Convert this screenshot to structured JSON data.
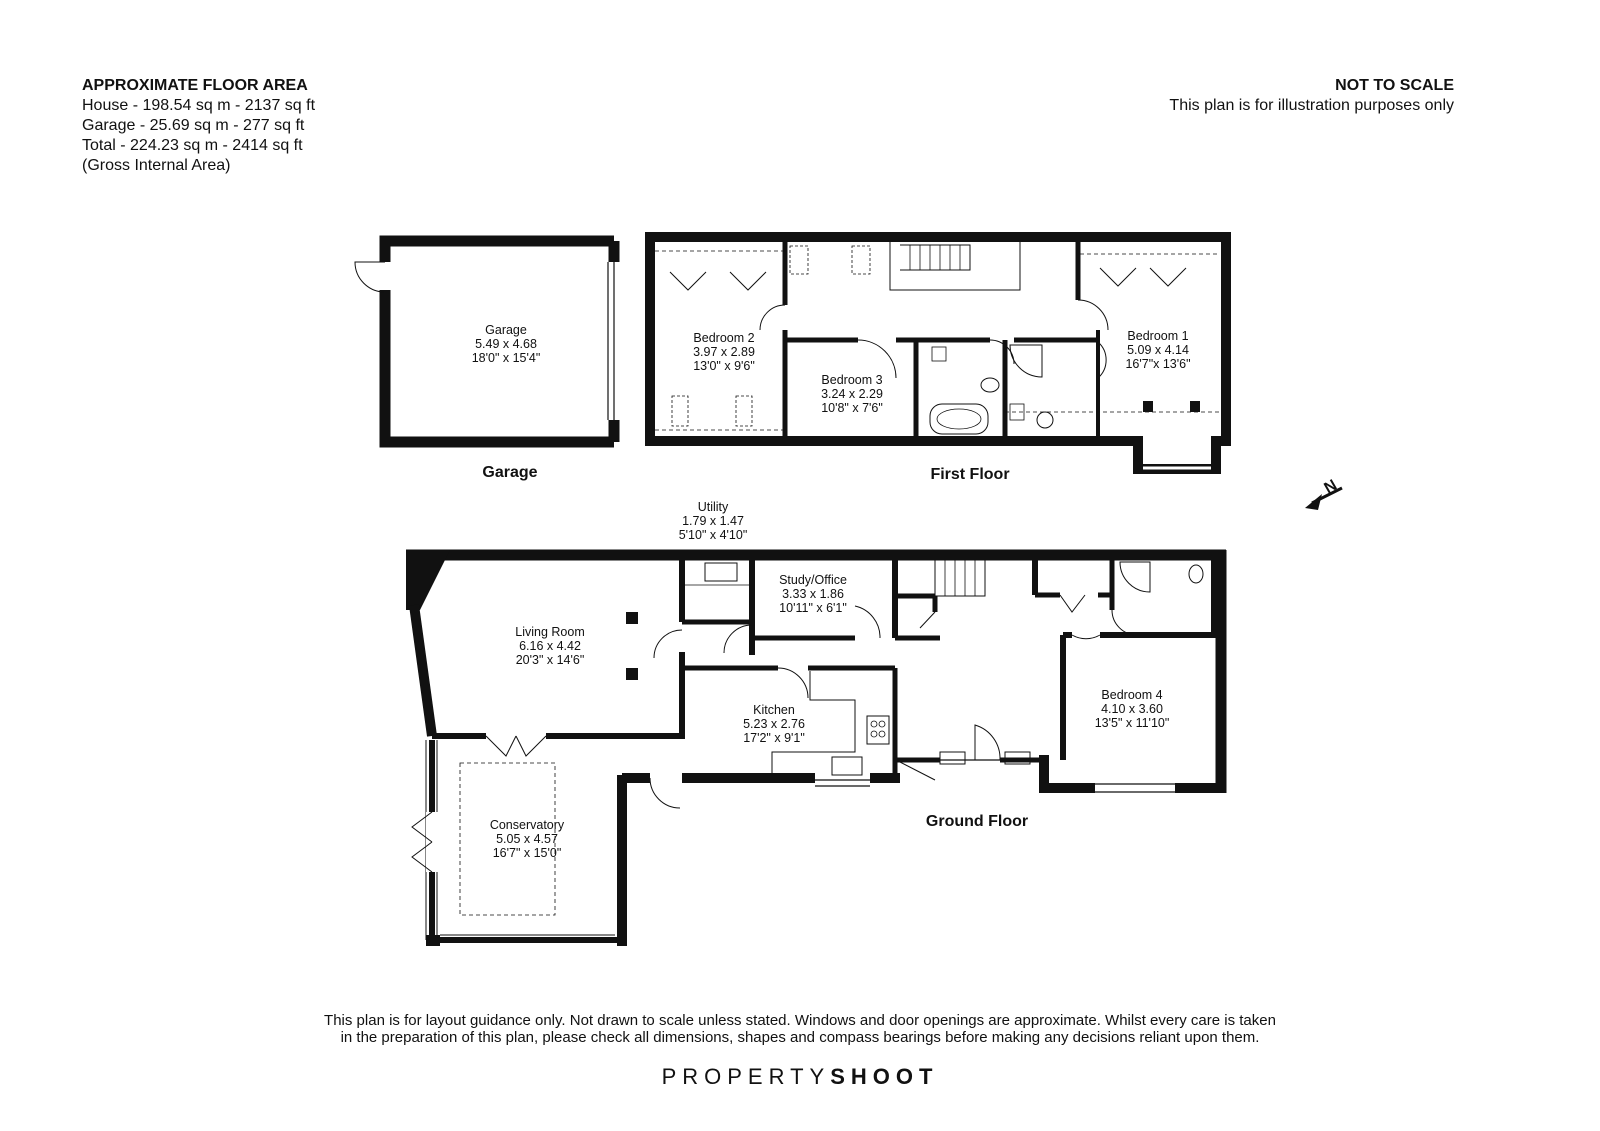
{
  "header": {
    "area_title": "APPROXIMATE FLOOR AREA",
    "area_lines": [
      "House - 198.54 sq m - 2137 sq ft",
      "Garage - 25.69 sq m - 277 sq ft",
      "Total - 224.23 sq m - 2414 sq ft",
      "(Gross Internal Area)"
    ],
    "scale_title": "NOT TO SCALE",
    "scale_note": "This plan is for illustration purposes only"
  },
  "floors": {
    "garage": "Garage",
    "first": "First Floor",
    "ground": "Ground Floor"
  },
  "rooms": {
    "garage": {
      "name": "Garage",
      "metric": "5.49 x 4.68",
      "imperial": "18'0\" x 15'4\""
    },
    "bedroom2": {
      "name": "Bedroom 2",
      "metric": "3.97 x 2.89",
      "imperial": "13'0\" x 9'6\""
    },
    "bedroom3": {
      "name": "Bedroom 3",
      "metric": "3.24 x 2.29",
      "imperial": "10'8\" x 7'6\""
    },
    "bedroom1": {
      "name": "Bedroom 1",
      "metric": "5.09 x 4.14",
      "imperial": "16'7\"x 13'6\""
    },
    "utility": {
      "name": "Utility",
      "metric": "1.79 x 1.47",
      "imperial": "5'10\" x 4'10\""
    },
    "study": {
      "name": "Study/Office",
      "metric": "3.33 x 1.86",
      "imperial": "10'11\" x 6'1\""
    },
    "living": {
      "name": "Living Room",
      "metric": "6.16 x 4.42",
      "imperial": "20'3\" x 14'6\""
    },
    "kitchen": {
      "name": "Kitchen",
      "metric": "5.23 x 2.76",
      "imperial": "17'2\" x 9'1\""
    },
    "bedroom4": {
      "name": "Bedroom 4",
      "metric": "4.10 x 3.60",
      "imperial": "13'5\" x 11'10\""
    },
    "conservatory": {
      "name": "Conservatory",
      "metric": "5.05 x 4.57",
      "imperial": "16'7\" x 15'0\""
    }
  },
  "compass": {
    "label": "N"
  },
  "footer": {
    "disclaimer_1": "This plan is for layout guidance only. Not drawn to scale unless stated. Windows and door openings are approximate. Whilst every care is taken",
    "disclaimer_2": "in the preparation of this plan, please check all dimensions, shapes and compass bearings before making any decisions reliant upon them.",
    "brand_light": "PROPERTY",
    "brand_bold": "SHOOT"
  }
}
